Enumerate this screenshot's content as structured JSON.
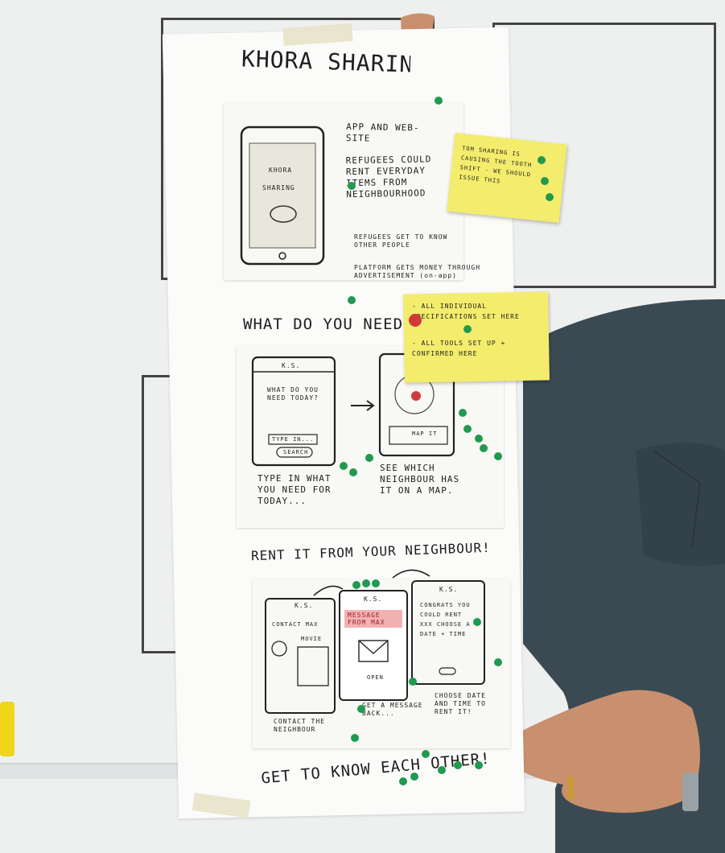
{
  "poster": {
    "title": "KHORA SHARING",
    "section1": {
      "phone_label_line1": "KHORA",
      "phone_label_line2": "SHARING",
      "bullets": [
        "APP AND WEB-SITE",
        "REFUGEES COULD RENT EVERYDAY ITEMS FROM NEIGHBOURHOOD",
        "REFUGEES GET TO KNOW OTHER PEOPLE",
        "PLATFORM GETS MONEY THROUGH ADVERTISEMENT (on-app)"
      ]
    },
    "section2": {
      "heading": "WHAT DO YOU NEED?",
      "screen1_header": "K.S.",
      "screen1_text": "WHAT DO YOU NEED TODAY?",
      "screen1_input": "TYPE IN...",
      "screen1_button": "SEARCH",
      "screen2_button": "MAP IT",
      "caption_left": "TYPE IN WHAT YOU NEED FOR TODAY...",
      "caption_right": "SEE WHICH NEIGHBOUR HAS IT ON A MAP."
    },
    "section3": {
      "heading": "RENT IT FROM YOUR NEIGHBOUR!",
      "screen_header": "K.S.",
      "screen1_title": "CONTACT MAX",
      "screen1_sub": "MOVIE",
      "screen2_banner": "MESSAGE FROM MAX",
      "screen2_open": "OPEN",
      "screen3_text": "CONGRATS YOU COULD RENT XXX CHOOSE A DATE + TIME",
      "caption1": "CONTACT THE NEIGHBOUR",
      "caption2": "GET A MESSAGE BACK...",
      "caption3": "CHOOSE DATE AND TIME TO RENT IT!"
    },
    "footer": "GET TO KNOW EACH OTHER!"
  },
  "sticky_notes": {
    "note1": "TOM SHARING IS CAUSING THE TOOTH SHIFT - WE SHOULD ISSUE THIS",
    "note2_line1": "- ALL INDIVIDUAL SPECIFICATIONS SET HERE",
    "note2_line2": "- ALL TOOLS SET UP + CONFIRMED HERE"
  },
  "colors": {
    "sticky": "#f4ec6c",
    "dot_green": "#1f9a4f",
    "dot_red": "#d23a3a",
    "shirt": "#3b4a52"
  }
}
